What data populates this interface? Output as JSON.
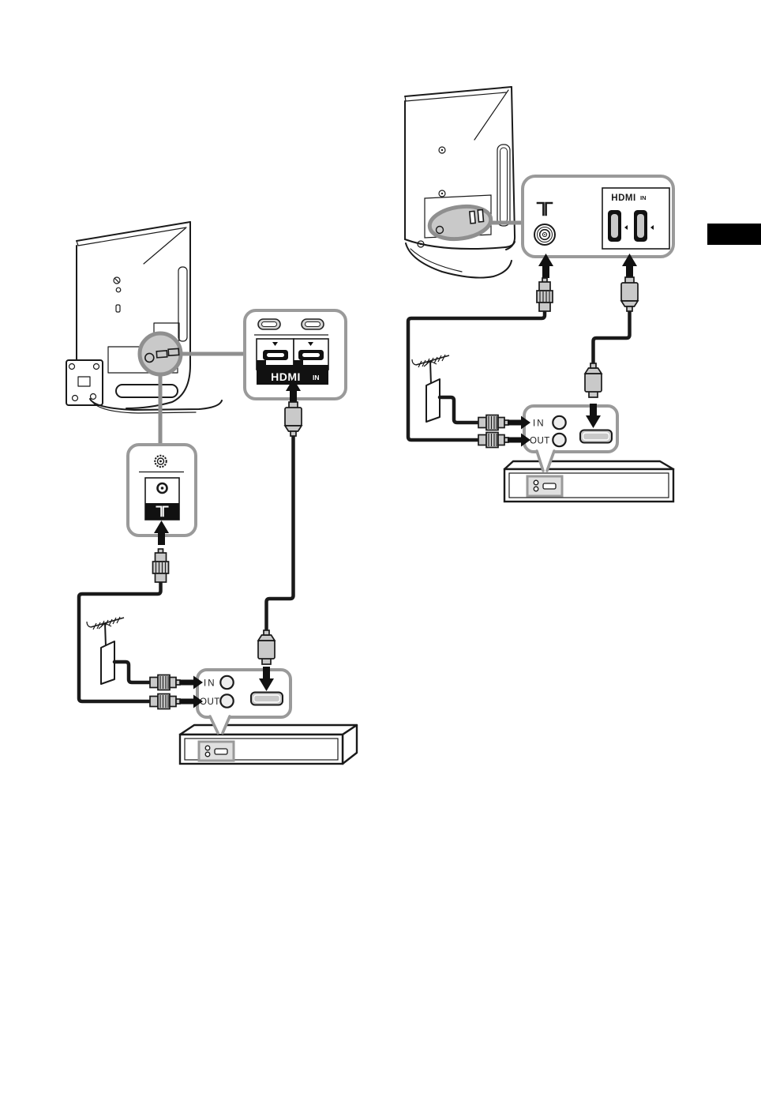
{
  "page": {
    "background": "#ffffff",
    "section_tab_color": "#000000"
  },
  "colors": {
    "line_art": "#1a1a1a",
    "callout_border": "#8f8f8f",
    "callout_fill": "#c9c9c9",
    "panel_border": "#9a9a9a",
    "connector_gray": "#c9c9c9",
    "hdmi_bar_fill": "#111111"
  },
  "left_diagram": {
    "hdmi_panel": {
      "logo": "HDMI",
      "suffix": "IN"
    },
    "receiver_panel": {
      "in_label": "IN",
      "out_label": "OUT"
    }
  },
  "right_diagram": {
    "connector_panel": {
      "logo": "HDMI",
      "suffix": "IN"
    },
    "receiver_panel": {
      "in_label": "IN",
      "out_label": "OUT"
    }
  }
}
